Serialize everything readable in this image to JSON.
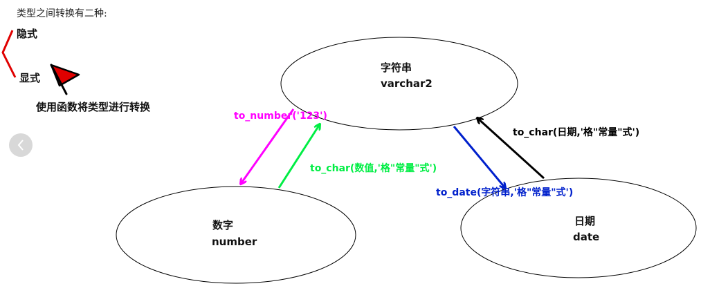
{
  "heading": "类型之间转换有二种:",
  "conversion_types": {
    "implicit": "隐式",
    "explicit": "显式",
    "explicit_note": "使用函数将类型进行转换"
  },
  "nodes": {
    "string": {
      "name": "字符串",
      "type": "varchar2"
    },
    "number": {
      "name": "数字",
      "type": "number"
    },
    "date": {
      "name": "日期",
      "type": "date"
    }
  },
  "conversions": {
    "to_number": "to_number('123')",
    "number_to_char": "to_char(数值,'格\"常量\"式')",
    "to_date": "to_date(字符串,'格\"常量\"式')",
    "date_to_char": "to_char(日期,'格\"常量\"式')"
  },
  "colors": {
    "bracket": "#e00000",
    "flag": "#e00000",
    "to_number": "#ff00ff",
    "number_to_char": "#00ee44",
    "to_date": "#0020cc",
    "date_to_char": "#000000",
    "nav_button": "#d8d8d8"
  },
  "icons": {
    "flag": "red-flag-icon",
    "nav": "chevron-left-icon"
  }
}
